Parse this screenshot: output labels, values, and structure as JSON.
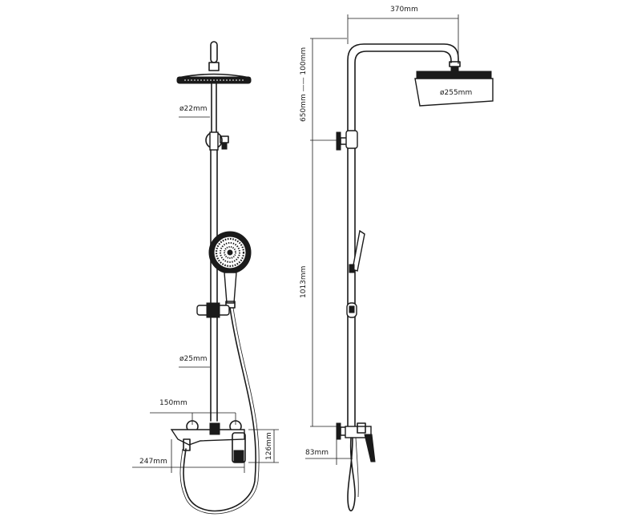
{
  "dimensions": {
    "pipe_diameter": "ø22mm",
    "slide_bar_diameter": "ø25mm",
    "mixer_spacing": "150mm",
    "mixer_depth": "247mm",
    "mixer_height": "126mm",
    "arm_reach": "370mm",
    "overhead_diameter": "ø255mm",
    "height_range": "650mm —— 100mm",
    "bar_height": "1013mm",
    "wall_offset": "83mm"
  }
}
